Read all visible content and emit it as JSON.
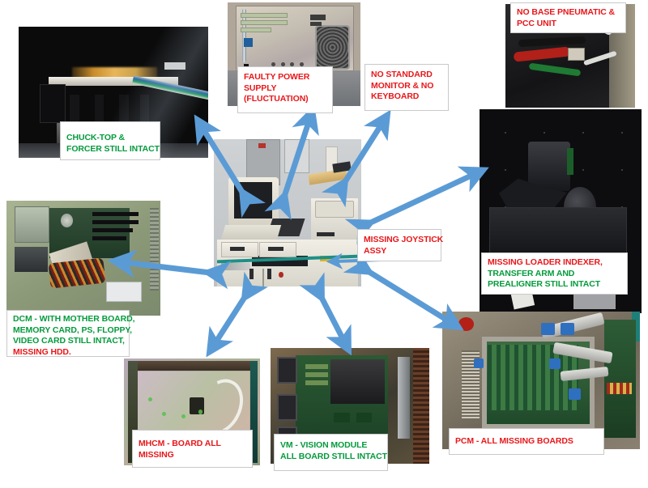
{
  "slide": {
    "title": "Semiconductor Prober Equipment Condition Assessment",
    "background_color": "#ffffff",
    "arrow_color": "#5B9BD5",
    "missing_color": "#e8171a",
    "intact_color": "#049b3c"
  },
  "callouts": [
    {
      "id": "chuck-top",
      "lines": [
        {
          "text": "CHUCK-TOP &",
          "status": "intact"
        },
        {
          "text": "FORCER STILL INTACT",
          "status": "intact"
        }
      ]
    },
    {
      "id": "faulty-power-supply",
      "lines": [
        {
          "text": "FAULTY POWER",
          "status": "missing"
        },
        {
          "text": "SUPPLY",
          "status": "missing"
        },
        {
          "text": "(FLUCTUATION)",
          "status": "missing"
        }
      ]
    },
    {
      "id": "no-standard-monitor",
      "lines": [
        {
          "text": "NO STANDARD",
          "status": "missing"
        },
        {
          "text": "MONITOR & NO",
          "status": "missing"
        },
        {
          "text": "KEYBOARD",
          "status": "missing"
        }
      ]
    },
    {
      "id": "no-base-pneumatic",
      "lines": [
        {
          "text": "NO BASE PNEUMATIC &",
          "status": "missing"
        },
        {
          "text": "PCC UNIT",
          "status": "missing"
        }
      ]
    },
    {
      "id": "missing-loader-indexer",
      "lines": [
        {
          "text": "MISSING LOADER INDEXER,",
          "status": "missing"
        },
        {
          "text": "TRANSFER ARM AND",
          "status": "intact"
        },
        {
          "text": "PREALIGNER STILL INTACT",
          "status": "intact"
        }
      ]
    },
    {
      "id": "missing-joystick",
      "lines": [
        {
          "text": "MISSING JOYSTICK",
          "status": "missing"
        },
        {
          "text": "ASSY",
          "status": "missing"
        }
      ]
    },
    {
      "id": "dcm",
      "lines": [
        {
          "text": "DCM - WITH MOTHER BOARD,",
          "status": "intact"
        },
        {
          "text": "MEMORY CARD, PS, FLOPPY,",
          "status": "intact"
        },
        {
          "text": "VIDEO CARD STILL INTACT,",
          "status": "intact"
        },
        {
          "text": "MISSING HDD.",
          "status": "missing"
        }
      ]
    },
    {
      "id": "mhcm",
      "lines": [
        {
          "text": "MHCM - BOARD ALL",
          "status": "missing"
        },
        {
          "text": "MISSING",
          "status": "missing"
        }
      ]
    },
    {
      "id": "vm",
      "lines": [
        {
          "text": "VM - VISION MODULE",
          "status": "intact"
        },
        {
          "text": "ALL BOARD STILL INTACT",
          "status": "intact"
        }
      ]
    },
    {
      "id": "pcm",
      "lines": [
        {
          "text": "PCM - ALL MISSING BOARDS",
          "status": "missing"
        }
      ]
    }
  ],
  "photos": [
    {
      "id": "photo-chuck-top",
      "subject": "prober chuck top and forcer assembly"
    },
    {
      "id": "photo-power-supply",
      "subject": "power supply panel with cooling fan"
    },
    {
      "id": "photo-pneumatic",
      "subject": "base pneumatic and PCC unit cabling"
    },
    {
      "id": "photo-loader-indexer",
      "subject": "loader indexer bay with transfer arm and prealigner"
    },
    {
      "id": "photo-dcm",
      "subject": "DCM computer chassis interior"
    },
    {
      "id": "photo-mhcm",
      "subject": "MHCM module interior"
    },
    {
      "id": "photo-vm",
      "subject": "VM vision module boards"
    },
    {
      "id": "photo-pcm",
      "subject": "PCM card cage with empty slots"
    },
    {
      "id": "photo-main-machine",
      "subject": "Electroglas wafer prober full system"
    }
  ],
  "machine_brand": "electroglas",
  "arrows": [
    {
      "id": "arrow-main-to-chuck",
      "from": "photo-main-machine",
      "to": "photo-chuck-top",
      "double_headed": true
    },
    {
      "id": "arrow-main-to-power-supply",
      "from": "photo-main-machine",
      "to": "callout-faulty-power-supply",
      "double_headed": true
    },
    {
      "id": "arrow-main-to-monitor",
      "from": "photo-main-machine",
      "to": "callout-no-standard-monitor",
      "double_headed": true
    },
    {
      "id": "arrow-main-to-loader",
      "from": "photo-main-machine",
      "to": "photo-loader-indexer",
      "double_headed": true
    },
    {
      "id": "arrow-main-to-joystick",
      "from": "callout-missing-joystick",
      "to": "photo-main-machine",
      "double_headed": false
    },
    {
      "id": "arrow-main-to-dcm",
      "from": "photo-main-machine",
      "to": "photo-dcm",
      "double_headed": true
    },
    {
      "id": "arrow-main-to-mhcm",
      "from": "photo-main-machine",
      "to": "photo-mhcm",
      "double_headed": true
    },
    {
      "id": "arrow-main-to-vm",
      "from": "photo-main-machine",
      "to": "photo-vm",
      "double_headed": true
    },
    {
      "id": "arrow-main-to-pcm",
      "from": "photo-main-machine",
      "to": "photo-pcm",
      "double_headed": true
    }
  ]
}
